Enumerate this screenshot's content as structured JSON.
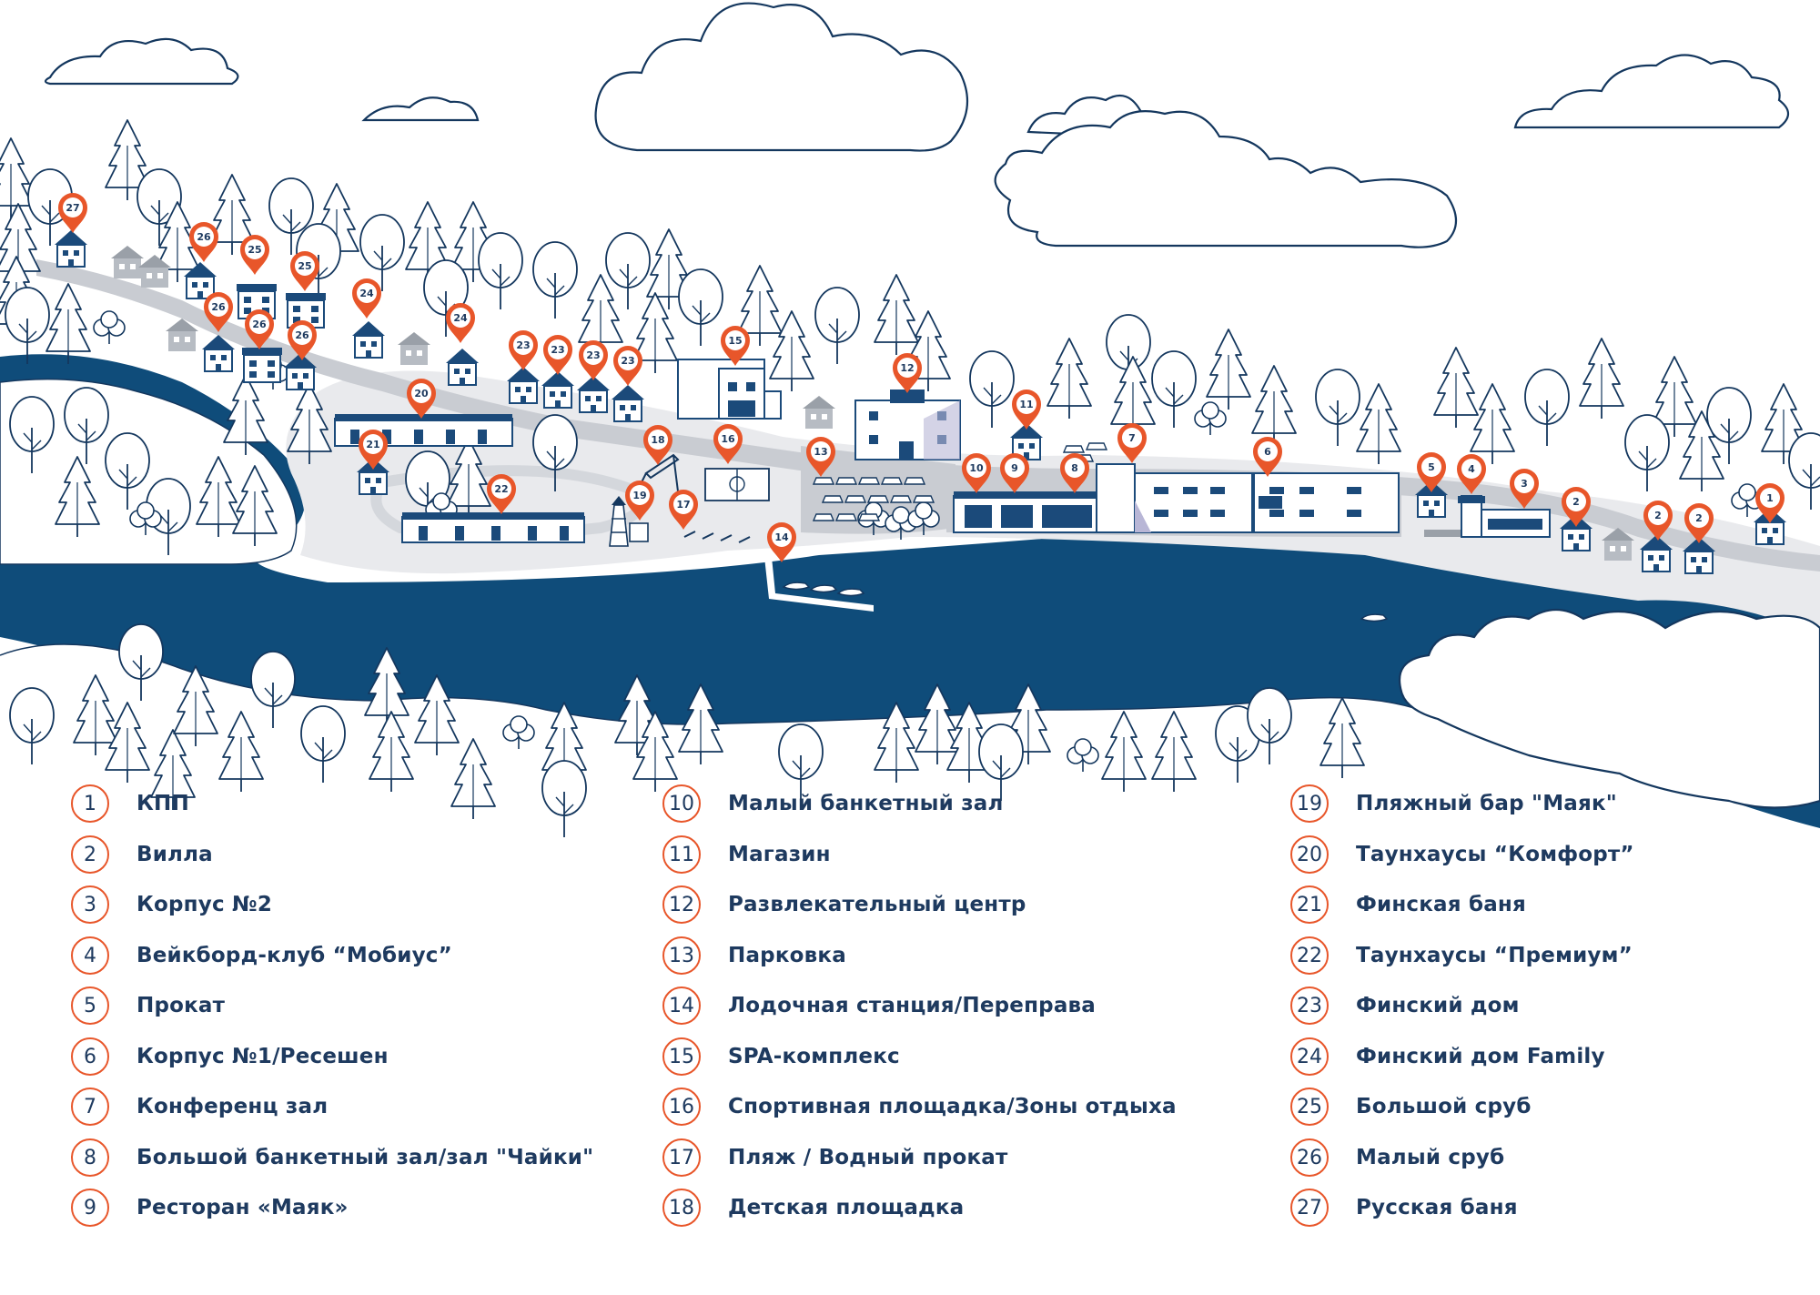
{
  "colors": {
    "water": "#0f4c7a",
    "outline": "#14375e",
    "road": "#c9ccd2",
    "ground": "#e9eaed",
    "pin": "#e8562a",
    "building": "#1b4a7a"
  },
  "legend": {
    "columns": [
      [
        {
          "num": "1",
          "label": "КПП"
        },
        {
          "num": "2",
          "label": "Вилла"
        },
        {
          "num": "3",
          "label": "Корпус №2"
        },
        {
          "num": "4",
          "label": "Вейкборд-клуб “Мобиус”"
        },
        {
          "num": "5",
          "label": "Прокат"
        },
        {
          "num": "6",
          "label": "Корпус №1/Ресешен"
        },
        {
          "num": "7",
          "label": "Конференц зал"
        },
        {
          "num": "8",
          "label": "Большой банкетный зал/зал \"Чайки\""
        },
        {
          "num": "9",
          "label": "Ресторан «Маяк»"
        }
      ],
      [
        {
          "num": "10",
          "label": "Малый банкетный зал"
        },
        {
          "num": "11",
          "label": "Магазин"
        },
        {
          "num": "12",
          "label": "Развлекательный центр"
        },
        {
          "num": "13",
          "label": "Парковка"
        },
        {
          "num": "14",
          "label": "Лодочная станция/Переправа"
        },
        {
          "num": "15",
          "label": "SPA-комплекс"
        },
        {
          "num": "16",
          "label": "Спортивная площадка/Зоны отдыха"
        },
        {
          "num": "17",
          "label": "Пляж / Водный прокат"
        },
        {
          "num": "18",
          "label": "Детская площадка"
        }
      ],
      [
        {
          "num": "19",
          "label": "Пляжный бар \"Маяк\""
        },
        {
          "num": "20",
          "label": "Таунхаусы “Комфорт”"
        },
        {
          "num": "21",
          "label": "Финская баня"
        },
        {
          "num": "22",
          "label": "Таунхаусы “Премиум”"
        },
        {
          "num": "23",
          "label": "Финский дом"
        },
        {
          "num": "24",
          "label": "Финский дом Family"
        },
        {
          "num": "25",
          "label": "Большой сруб"
        },
        {
          "num": "26",
          "label": "Малый сруб"
        },
        {
          "num": "27",
          "label": "Русская баня"
        }
      ]
    ]
  },
  "pins": [
    "1",
    "2",
    "2",
    "2",
    "3",
    "4",
    "5",
    "6",
    "7",
    "8",
    "9",
    "10",
    "11",
    "12",
    "13",
    "14",
    "15",
    "16",
    "17",
    "18",
    "19",
    "20",
    "21",
    "22",
    "23",
    "23",
    "23",
    "23",
    "24",
    "24",
    "25",
    "25",
    "26",
    "26",
    "26",
    "26",
    "27"
  ]
}
